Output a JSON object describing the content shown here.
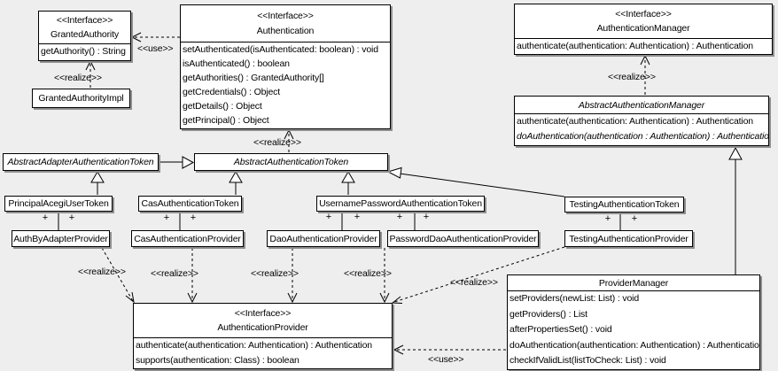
{
  "diagram": {
    "labels": {
      "realize": "&lt;&lt;realize&gt;&gt;",
      "use": "&lt;&lt;use&gt;&gt;",
      "plus": "+"
    },
    "colors": {
      "background": "#eeeeee",
      "box_fill": "#ffffff",
      "line": "#000000",
      "shadow": "#8f8f8f"
    },
    "classes": {
      "grantedAuthority": {
        "stereotype": "<<Interface>>",
        "name": "GrantedAuthority",
        "methods": [
          "getAuthority() : String"
        ]
      },
      "grantedAuthorityImpl": {
        "name": "GrantedAuthorityImpl"
      },
      "authentication": {
        "stereotype": "<<Interface>>",
        "name": "Authentication",
        "methods": [
          "setAuthenticated(isAuthenticated: boolean) : void",
          "isAuthenticated() : boolean",
          "getAuthorities() : GrantedAuthority[]",
          "getCredentials() : Object",
          "getDetails() : Object",
          "getPrincipal() : Object"
        ]
      },
      "authenticationManager": {
        "stereotype": "<<Interface>>",
        "name": "AuthenticationManager",
        "methods": [
          "authenticate(authentication: Authentication) : Authentication"
        ]
      },
      "abstractAuthenticationManager": {
        "name": "AbstractAuthenticationManager",
        "methods": [
          "authenticate(authentication: Authentication) : Authentication",
          "doAuthentication(authentication : Authentication) : Authentication"
        ]
      },
      "abstractAdapterAuthenticationToken": {
        "name": "AbstractAdapterAuthenticationToken"
      },
      "abstractAuthenticationToken": {
        "name": "AbstractAuthenticationToken"
      },
      "principalAcegiUserToken": {
        "name": "PrincipalAcegiUserToken"
      },
      "casAuthenticationToken": {
        "name": "CasAuthenticationToken"
      },
      "usernamePasswordAuthenticationToken": {
        "name": "UsernamePasswordAuthenticationToken"
      },
      "testingAuthenticationToken": {
        "name": "TestingAuthenticationToken"
      },
      "authByAdapterProvider": {
        "name": "AuthByAdapterProvider"
      },
      "casAuthenticationProvider": {
        "name": "CasAuthenticationProvider"
      },
      "daoAuthenticationProvider": {
        "name": "DaoAuthenticationProvider"
      },
      "passwordDaoAuthenticationProvider": {
        "name": "PasswordDaoAuthenticationProvider"
      },
      "testingAuthenticationProvider": {
        "name": "TestingAuthenticationProvider"
      },
      "authenticationProvider": {
        "stereotype": "<<Interface>>",
        "name": "AuthenticationProvider",
        "methods": [
          "authenticate(authentication: Authentication) : Authentication",
          "supports(authentication: Class) : boolean"
        ]
      },
      "providerManager": {
        "name": "ProviderManager",
        "methods": [
          "setProviders(newList: List) : void",
          "getProviders() : List",
          "afterPropertiesSet() : void",
          "doAuthentication(authentication: Authentication) : Authentication",
          "checkIfValidList(listToCheck: List) : void"
        ]
      }
    }
  }
}
